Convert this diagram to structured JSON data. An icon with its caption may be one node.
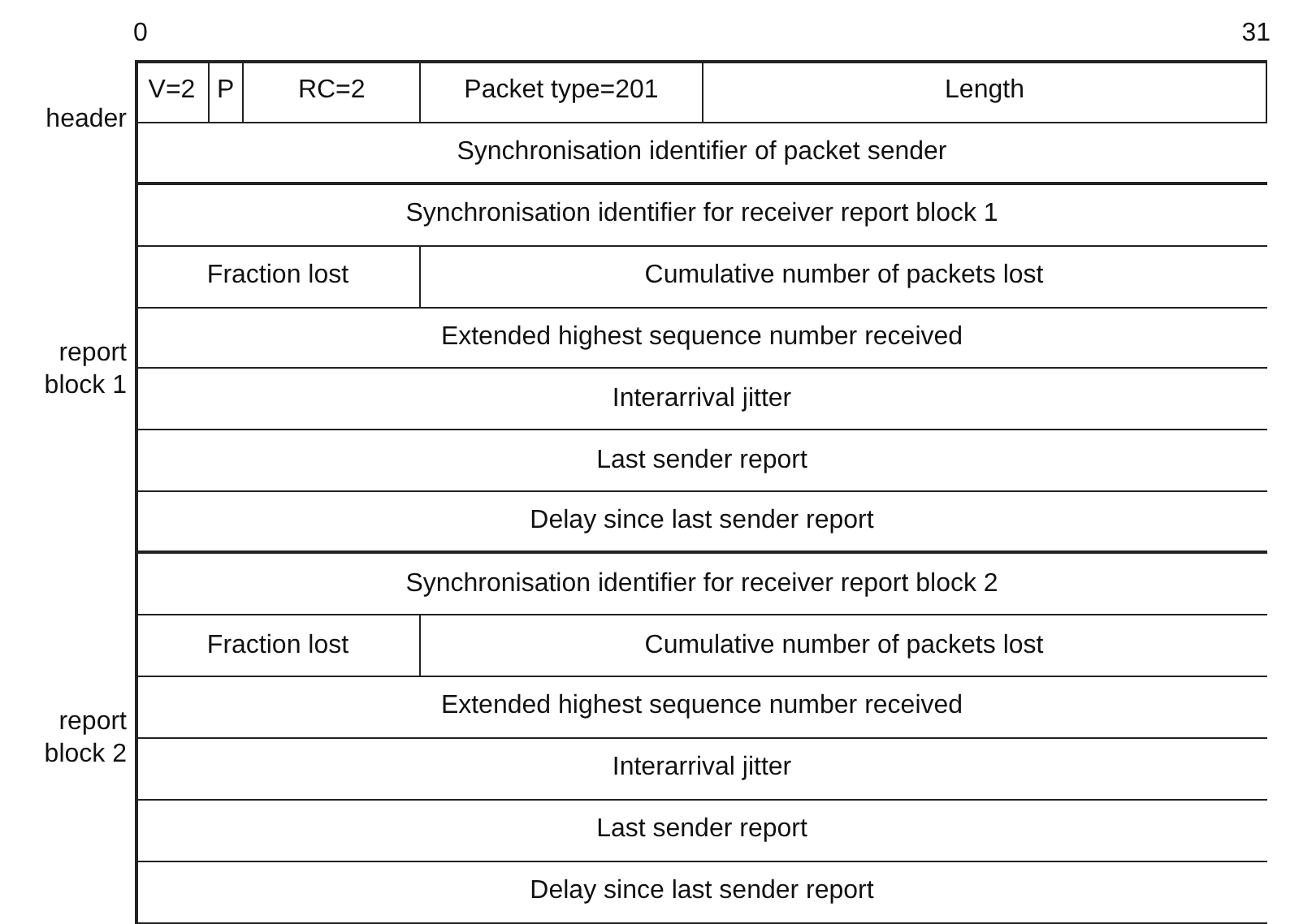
{
  "diagram": {
    "labels": [
      "0",
      "31",
      "V=2",
      "P",
      "RC=2",
      "Packet type=201",
      "Length",
      "header",
      "Synchronisation identifier of packet sender",
      "Synchronisation identifier for receiver report block 1",
      "Fraction lost",
      "Cumulative number of packets lost",
      "Extended highest sequence number received",
      "report block 1",
      "Interarrival jitter",
      "Last sender report",
      "Delay since last sender report",
      "Synchronisation identifier for receiver report block 2",
      "Fraction lost",
      "Cumulative number of packets lost",
      "Extended highest sequence number received",
      "report block 2",
      "Interarrival jitter",
      "Last sender report",
      "Delay since last sender report"
    ]
  }
}
